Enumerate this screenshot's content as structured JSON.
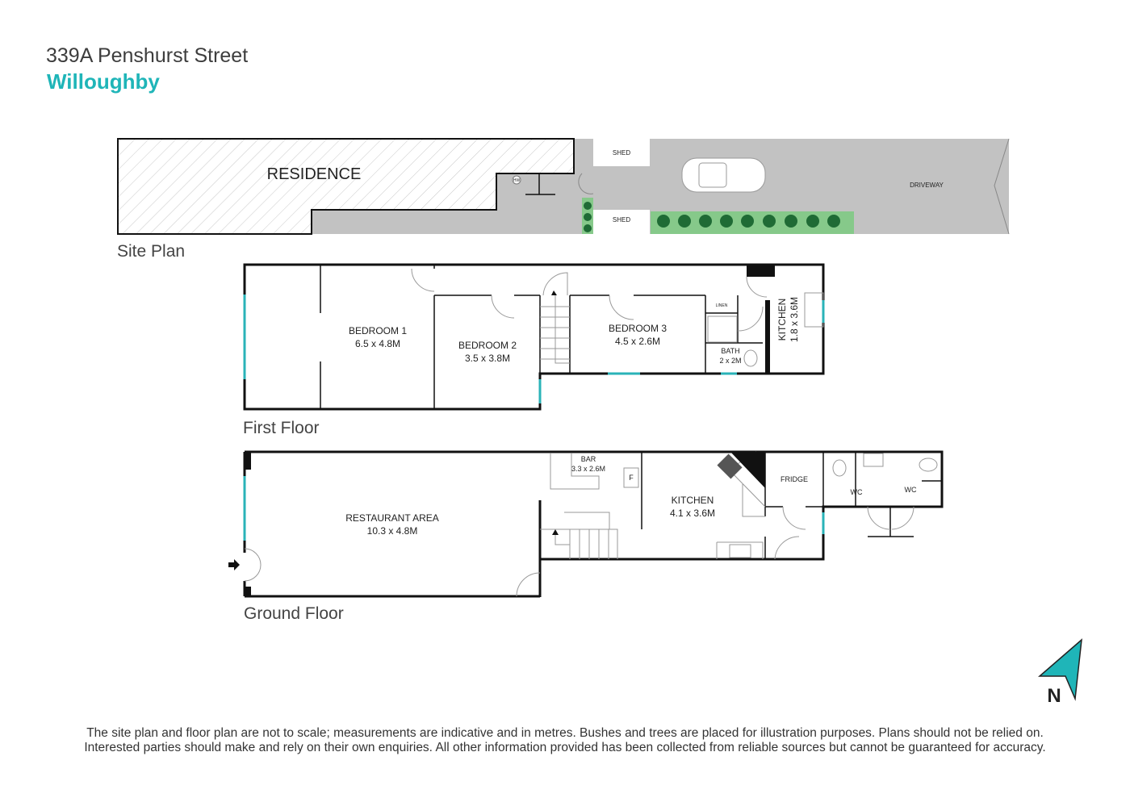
{
  "header": {
    "address": "339A Penshurst Street",
    "suburb": "Willoughby"
  },
  "site_plan": {
    "title": "Site Plan",
    "labels": {
      "residence": "RESIDENCE",
      "shed_top": "SHED",
      "shed_bottom": "SHED",
      "driveway": "DRIVEWAY",
      "hot_water": "HW"
    }
  },
  "first_floor": {
    "title": "First Floor",
    "rooms": {
      "bedroom1": {
        "name": "BEDROOM 1",
        "size": "6.5 x 4.8M"
      },
      "bedroom2": {
        "name": "BEDROOM 2",
        "size": "3.5 x 3.8M"
      },
      "bedroom3": {
        "name": "BEDROOM 3",
        "size": "4.5 x 2.6M"
      },
      "linen": {
        "name": "LINEN"
      },
      "bath": {
        "name": "BATH",
        "size": "2 x 2M"
      },
      "kitchen": {
        "name": "KITCHEN",
        "size": "1.8 x 3.6M"
      }
    }
  },
  "ground_floor": {
    "title": "Ground Floor",
    "rooms": {
      "restaurant": {
        "name": "RESTAURANT AREA",
        "size": "10.3 x 4.8M"
      },
      "bar": {
        "name": "BAR",
        "size": "3.3 x 2.6M"
      },
      "fridge_small": {
        "name": "F"
      },
      "kitchen": {
        "name": "KITCHEN",
        "size": "4.1 x 3.6M"
      },
      "fridge": {
        "name": "FRIDGE"
      },
      "wc1": {
        "name": "WC"
      },
      "wc2": {
        "name": "WC"
      }
    }
  },
  "compass": {
    "label": "N"
  },
  "footer": {
    "line1": "The site plan and floor plan are not to scale; measurements are indicative and in metres. Bushes and trees are placed for illustration purposes. Plans should not be relied on.",
    "line2": "Interested parties should make and rely on their own enquiries. All other information provided has been collected from reliable sources but cannot be guaranteed for accuracy."
  },
  "colors": {
    "accent": "#1fb5b8",
    "ground": "#c2c2c2",
    "garden": "#86c98a",
    "window": "#2ab3b8"
  }
}
